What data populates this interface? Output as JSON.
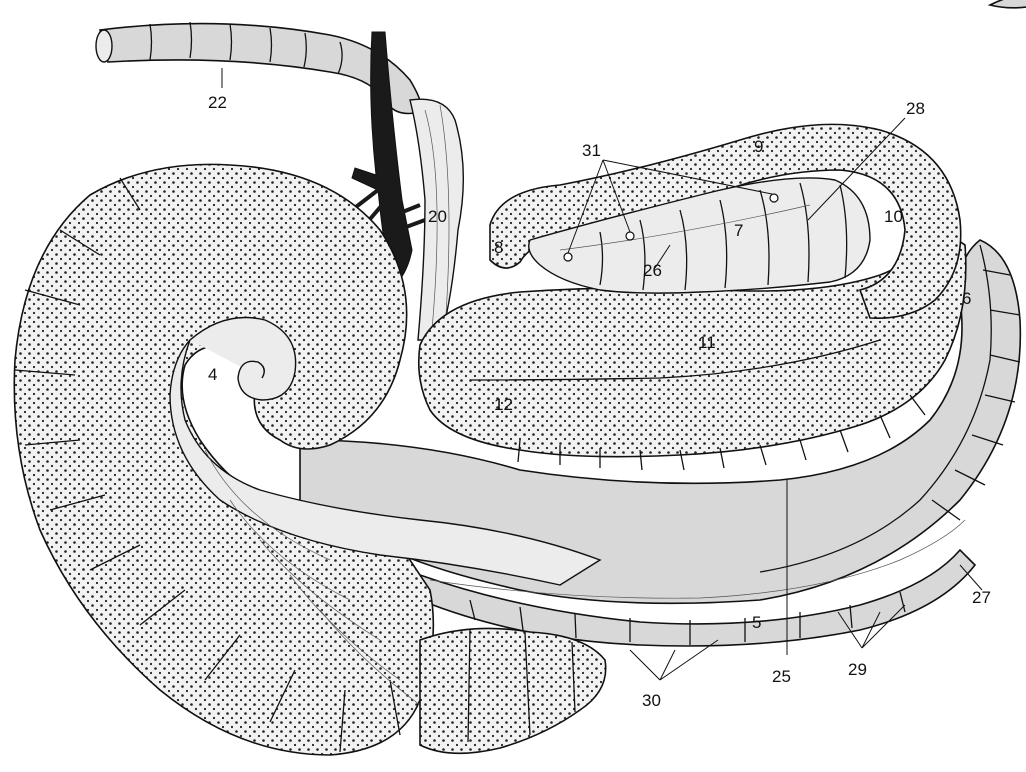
{
  "labels": {
    "l4": "4",
    "l5": "5",
    "l6": "6",
    "l7": "7",
    "l8": "8",
    "l9": "9",
    "l10": "10",
    "l11": "11",
    "l12": "12",
    "l20": "20",
    "l22": "22",
    "l25": "25",
    "l26": "26",
    "l27": "27",
    "l28": "28",
    "l29": "29",
    "l30": "30",
    "l31": "31"
  }
}
